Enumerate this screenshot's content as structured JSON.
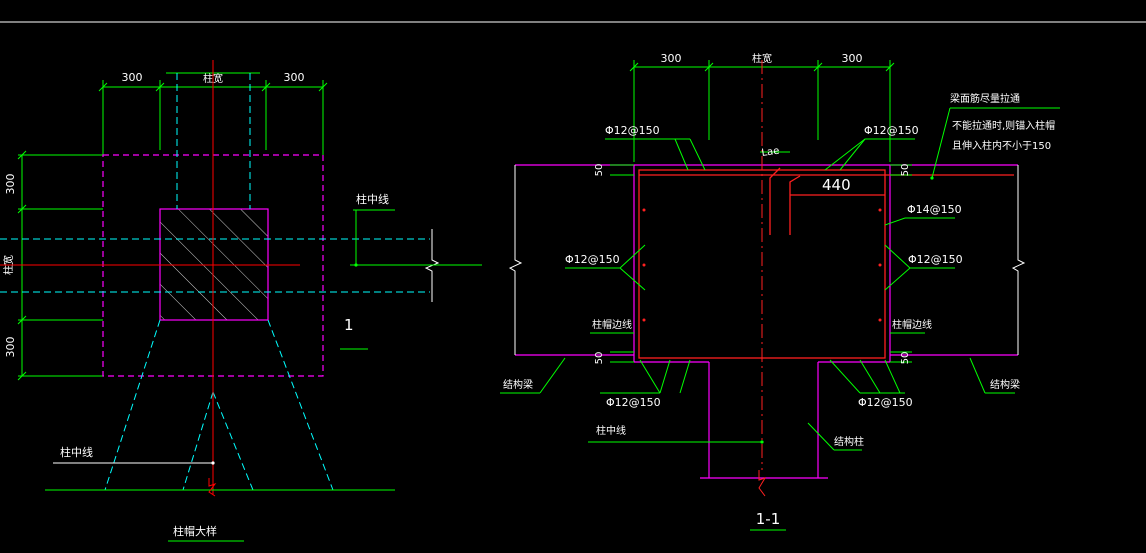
{
  "colors": {
    "background": "#000000",
    "dimension": "#00ff00",
    "outline": "#ff00ff",
    "hidden": "#00ffff",
    "rebar": "#ff2020",
    "centerline": "#ff0000",
    "text": "#ffffff"
  },
  "detail": {
    "dim_top_left": "300",
    "dim_top_mid": "柱宽",
    "dim_top_right": "300",
    "dim_left_top": "300",
    "dim_left_mid": "柱宽",
    "dim_left_bot": "300",
    "label_centerline_right": "柱中线",
    "label_centerline_bottom": "柱中线",
    "section_mark": "1",
    "caption": "柱帽大样"
  },
  "section": {
    "dim_top_left": "300",
    "dim_top_mid": "柱宽",
    "dim_top_right": "300",
    "label_top_left_bar": "Φ12@150",
    "label_top_right_bar": "Φ12@150",
    "label_lae": "Lae",
    "label_440": "440",
    "note_line1": "梁面筋尽量拉通",
    "note_line2": "不能拉通时,则锚入柱帽",
    "note_line3": "且伸入柱内不小于150",
    "label_top_beam_bar": "Φ14@150",
    "label_left_side_bar": "Φ12@150",
    "label_right_side_bar": "Φ12@150",
    "label_left_edge": "柱帽边线",
    "label_right_edge": "柱帽边线",
    "dim_50_tl": "50",
    "dim_50_tr": "50",
    "dim_50_bl": "50",
    "dim_50_br": "50",
    "label_left_beam": "结构梁",
    "label_right_beam": "结构梁",
    "label_bottom_left_bar": "Φ12@150",
    "label_bottom_right_bar": "Φ12@150",
    "label_centerline": "柱中线",
    "label_column": "结构柱",
    "caption": "1-1"
  }
}
